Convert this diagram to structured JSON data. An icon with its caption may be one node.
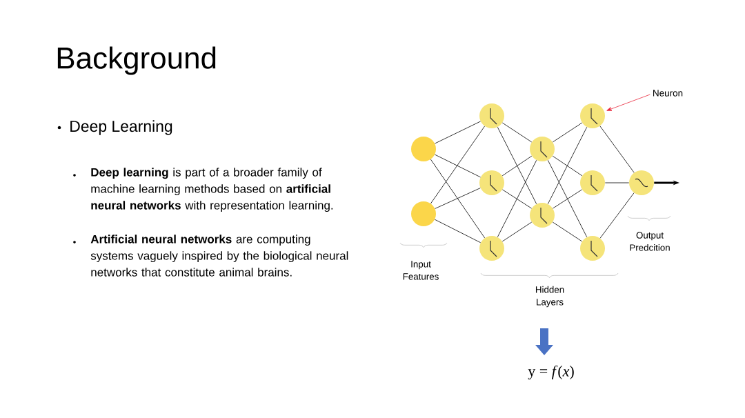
{
  "diagram": {
    "title": "Background",
    "nodes": [
      {
        "text": [],
        "shape": "circle"
      },
      {
        "text": [],
        "shape": "circle"
      },
      {
        "text": [],
        "shape": "circle"
      },
      {
        "text": [],
        "shape": "circle"
      },
      {
        "text": [],
        "shape": "circle"
      },
      {
        "text": [],
        "shape": "circle"
      },
      {
        "text": [],
        "shape": "circle"
      },
      {
        "text": [],
        "shape": "circle"
      },
      {
        "text": [],
        "shape": "circle"
      },
      {
        "text": [],
        "shape": "circle"
      },
      {
        "text": [],
        "shape": "circle"
      },
      {
        "text": [
          "Neuron"
        ]
      }
    ],
    "edges": [
      {
        "from": 0,
        "to": 2,
        "arrow": "none"
      },
      {
        "from": 0,
        "to": 3,
        "arrow": "none"
      },
      {
        "from": 0,
        "to": 4,
        "arrow": "none"
      },
      {
        "from": 1,
        "to": 2,
        "arrow": "none"
      },
      {
        "from": 1,
        "to": 3,
        "arrow": "none"
      },
      {
        "from": 1,
        "to": 4,
        "arrow": "none"
      },
      {
        "from": 2,
        "to": 5,
        "arrow": "none"
      },
      {
        "from": 2,
        "to": 6,
        "arrow": "none"
      },
      {
        "from": 3,
        "to": 5,
        "arrow": "none"
      },
      {
        "from": 3,
        "to": 6,
        "arrow": "none"
      },
      {
        "from": 4,
        "to": 5,
        "arrow": "none"
      },
      {
        "from": 4,
        "to": 6,
        "arrow": "none"
      },
      {
        "from": 5,
        "to": 7,
        "arrow": "none"
      },
      {
        "from": 5,
        "to": 8,
        "arrow": "none"
      },
      {
        "from": 5,
        "to": 9,
        "arrow": "none"
      },
      {
        "from": 6,
        "to": 7,
        "arrow": "none"
      },
      {
        "from": 6,
        "to": 8,
        "arrow": "none"
      },
      {
        "from": 6,
        "to": 9,
        "arrow": "none"
      },
      {
        "from": 7,
        "to": 10,
        "arrow": "none"
      },
      {
        "from": 8,
        "to": 10,
        "arrow": "none"
      },
      {
        "from": 9,
        "to": 10,
        "arrow": "none"
      },
      {
        "from": 10,
        "to": null,
        "arrow": "to",
        "style": "thick"
      },
      {
        "from": 11,
        "to": 7,
        "arrow": "to",
        "color": "#e8283c"
      }
    ],
    "labels": [
      "Deep Learning",
      "**Deep learning** is part of a broader family of machine learning methods based on **artificial neural networks** with representation learning.",
      "**Artificial neural networks**  are computing systems vaguely inspired by the biological neural networks that constitute animal brains.",
      "Input Features",
      "Hidden Layers",
      "Output Predcition",
      "y = *f*(*x*)"
    ]
  }
}
